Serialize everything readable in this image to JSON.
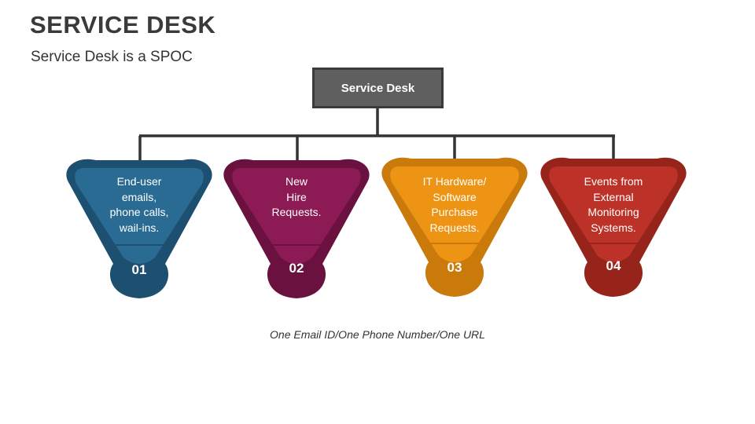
{
  "header": {
    "title": "SERVICE DESK",
    "subtitle": "Service Desk is a SPOC"
  },
  "root": {
    "label": "Service Desk"
  },
  "cards": [
    {
      "lines": [
        "End-user",
        "emails,",
        "phone calls,",
        "wail-ins."
      ],
      "number": "01",
      "color": "#2a6b94",
      "dark": "#1d4f70"
    },
    {
      "lines": [
        "New",
        "Hire",
        "Requests."
      ],
      "number": "02",
      "color": "#8c1a54",
      "dark": "#6a113f"
    },
    {
      "lines": [
        "IT Hardware/",
        "Software",
        "Purchase",
        "Requests."
      ],
      "number": "03",
      "color": "#ee9414",
      "dark": "#c97a0a"
    },
    {
      "lines": [
        "Events from",
        "External",
        "Monitoring",
        "Systems."
      ],
      "number": "04",
      "color": "#bd3228",
      "dark": "#96241b"
    }
  ],
  "footer": {
    "note": "One Email ID/One Phone Number/One URL"
  }
}
